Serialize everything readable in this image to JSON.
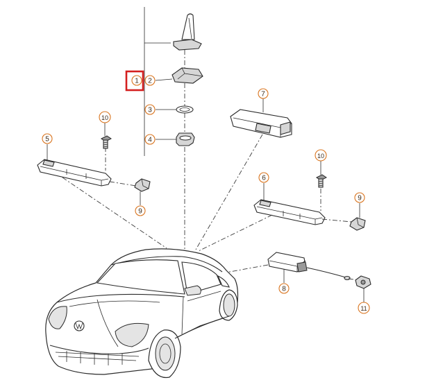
{
  "callouts": [
    {
      "id": "1",
      "label": "1"
    },
    {
      "id": "2",
      "label": "2"
    },
    {
      "id": "3",
      "label": "3"
    },
    {
      "id": "4",
      "label": "4"
    },
    {
      "id": "5",
      "label": "5"
    },
    {
      "id": "6",
      "label": "6"
    },
    {
      "id": "7",
      "label": "7"
    },
    {
      "id": "8",
      "label": "8"
    },
    {
      "id": "9a",
      "label": "9"
    },
    {
      "id": "9b",
      "label": "9"
    },
    {
      "id": "10a",
      "label": "10"
    },
    {
      "id": "10b",
      "label": "10"
    },
    {
      "id": "11",
      "label": "11"
    }
  ],
  "highlighted_callout": "1",
  "colors": {
    "callout_ring": "#d9741e",
    "highlight_box": "#d41f1f",
    "line_art": "#2a2a2a"
  }
}
